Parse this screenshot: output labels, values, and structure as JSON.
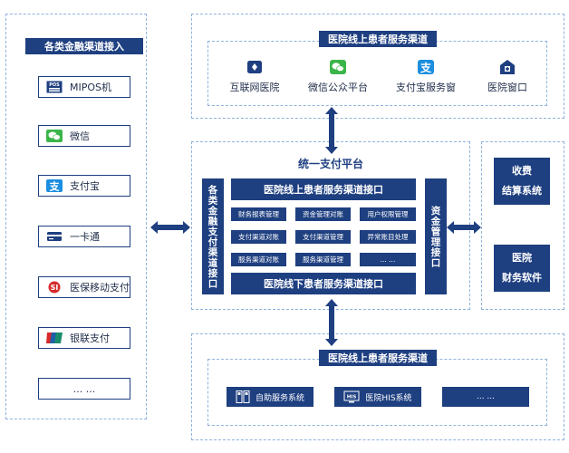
{
  "left": {
    "title": "各类金融渠道接入",
    "items": [
      {
        "label": "MIPOS机",
        "icon": "pos-icon"
      },
      {
        "label": "微信",
        "icon": "wechat-icon"
      },
      {
        "label": "支付宝",
        "icon": "alipay-icon"
      },
      {
        "label": "一卡通",
        "icon": "card-icon"
      },
      {
        "label": "医保移动支付",
        "icon": "insurance-icon"
      },
      {
        "label": "银联支付",
        "icon": "unionpay-icon"
      },
      {
        "label": "... ..."
      }
    ]
  },
  "top": {
    "title": "医院线上患者服务渠道",
    "items": [
      {
        "label": "互联网医院",
        "icon": "internet-hospital-icon"
      },
      {
        "label": "微信公众平台",
        "icon": "wechat-icon"
      },
      {
        "label": "支付宝服务窗",
        "icon": "alipay-icon"
      },
      {
        "label": "医院窗口",
        "icon": "hospital-icon"
      }
    ]
  },
  "center": {
    "title": "统一支付平台",
    "left_vertical": "各类金融支付渠道接口",
    "right_vertical": "资金管理接口",
    "top_bar": "医院线上患者服务渠道接口",
    "bottom_bar": "医院线下患者服务渠道接口",
    "grid": [
      [
        "财务报表管理",
        "资金管理对账",
        "用户权限管理"
      ],
      [
        "支付渠道对账",
        "支付渠道管理",
        "异常账目处理"
      ],
      [
        "服务渠道对账",
        "服务渠道管理",
        "... ..."
      ]
    ]
  },
  "right": {
    "items": [
      "收费\n结算系统",
      "医院\n财务软件"
    ]
  },
  "bottom": {
    "title": "医院线上患者服务渠道",
    "items": [
      {
        "label": "自助服务系统",
        "icon": "kiosk-icon"
      },
      {
        "label": "医院HIS系统",
        "icon": "his-icon"
      },
      {
        "label": "... ..."
      }
    ]
  },
  "colors": {
    "navy": "#1e3f80",
    "dash": "#8fb3dd",
    "wechat": "#3bb54a",
    "alipay": "#1b8ee0"
  }
}
